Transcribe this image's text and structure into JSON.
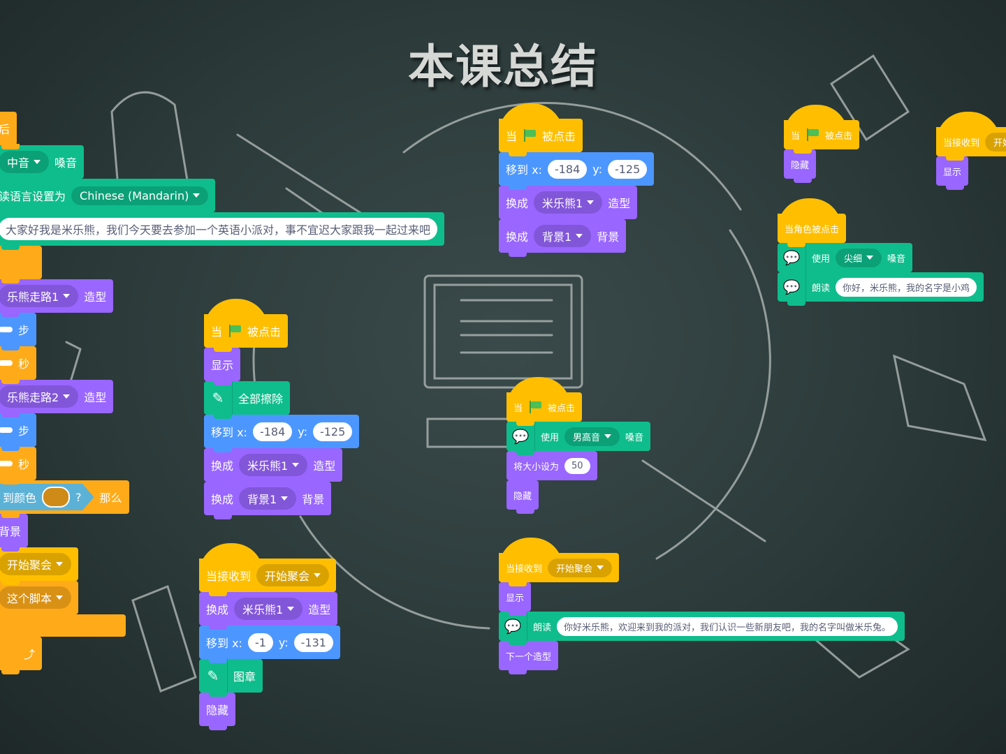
{
  "title": "本课总结",
  "colors": {
    "events": "#FFBF00",
    "control": "#FFAB19",
    "motion": "#4C97FF",
    "looks": "#9966FF",
    "text2speech_pen": "#0FBD8C",
    "sensing": "#5CB1D6",
    "swatch": "#CF8B17"
  },
  "scripts": [
    {
      "name": "left-script",
      "blocks": [
        {
          "cat": "control",
          "parts": [
            {
              "t": "text",
              "v": "后"
            }
          ]
        },
        {
          "cat": "green",
          "parts": [
            {
              "t": "dd",
              "v": "中音"
            },
            {
              "t": "text",
              "v": "嗓音"
            }
          ]
        },
        {
          "cat": "green",
          "parts": [
            {
              "t": "text",
              "v": "读语言设置为"
            },
            {
              "t": "dd",
              "v": "Chinese (Mandarin)"
            }
          ]
        },
        {
          "cat": "green",
          "parts": [
            {
              "t": "in",
              "v": "大家好我是米乐熊，我们今天要去参加一个英语小派对，事不宜迟大家跟我一起过来吧"
            }
          ]
        },
        {
          "cat": "control",
          "parts": [
            {
              "t": "text",
              "v": " "
            }
          ]
        },
        {
          "cat": "looks",
          "parts": [
            {
              "t": "dd",
              "v": "乐熊走路1"
            },
            {
              "t": "text",
              "v": "造型"
            }
          ]
        },
        {
          "cat": "motion",
          "parts": [
            {
              "t": "in",
              "v": " "
            },
            {
              "t": "text",
              "v": "步"
            }
          ]
        },
        {
          "cat": "control",
          "parts": [
            {
              "t": "in",
              "v": " "
            },
            {
              "t": "text",
              "v": "秒"
            }
          ]
        },
        {
          "cat": "looks",
          "parts": [
            {
              "t": "dd",
              "v": "乐熊走路2"
            },
            {
              "t": "text",
              "v": "造型"
            }
          ]
        },
        {
          "cat": "motion",
          "parts": [
            {
              "t": "in",
              "v": " "
            },
            {
              "t": "text",
              "v": "步"
            }
          ]
        },
        {
          "cat": "control",
          "parts": [
            {
              "t": "in",
              "v": " "
            },
            {
              "t": "text",
              "v": "秒"
            }
          ]
        },
        {
          "cat": "control",
          "parts": [
            {
              "t": "sense",
              "v": "到颜色",
              "q": "?"
            },
            {
              "t": "text",
              "v": "那么"
            }
          ]
        },
        {
          "cat": "looks",
          "parts": [
            {
              "t": "text",
              "v": "背景"
            }
          ]
        },
        {
          "cat": "events",
          "parts": [
            {
              "t": "dd",
              "v": "开始聚会"
            }
          ]
        },
        {
          "cat": "control",
          "parts": [
            {
              "t": "dd",
              "v": "这个脚本"
            }
          ]
        },
        {
          "cat": "control",
          "parts": [
            {
              "t": "text",
              "v": " "
            }
          ]
        },
        {
          "cat": "control",
          "parts": [
            {
              "t": "text",
              "v": "⤴"
            }
          ]
        }
      ]
    },
    {
      "name": "flag-script-pen",
      "blocks": [
        {
          "cat": "events",
          "hat": true,
          "parts": [
            {
              "t": "text",
              "v": "当"
            },
            {
              "t": "flag"
            },
            {
              "t": "text",
              "v": "被点击"
            }
          ]
        },
        {
          "cat": "looks",
          "parts": [
            {
              "t": "text",
              "v": "显示"
            }
          ]
        },
        {
          "cat": "green",
          "parts": [
            {
              "t": "ext",
              "v": "✎"
            },
            {
              "t": "text",
              "v": "全部擦除"
            }
          ]
        },
        {
          "cat": "motion",
          "parts": [
            {
              "t": "text",
              "v": "移到 x:"
            },
            {
              "t": "in",
              "v": "-184"
            },
            {
              "t": "text",
              "v": "y:"
            },
            {
              "t": "in",
              "v": "-125"
            }
          ]
        },
        {
          "cat": "looks",
          "parts": [
            {
              "t": "text",
              "v": "换成"
            },
            {
              "t": "dd",
              "v": "米乐熊1"
            },
            {
              "t": "text",
              "v": "造型"
            }
          ]
        },
        {
          "cat": "looks",
          "parts": [
            {
              "t": "text",
              "v": "换成"
            },
            {
              "t": "dd",
              "v": "背景1"
            },
            {
              "t": "text",
              "v": "背景"
            }
          ]
        }
      ]
    },
    {
      "name": "flag-script-top",
      "blocks": [
        {
          "cat": "events",
          "hat": true,
          "parts": [
            {
              "t": "text",
              "v": "当"
            },
            {
              "t": "flag"
            },
            {
              "t": "text",
              "v": "被点击"
            }
          ]
        },
        {
          "cat": "motion",
          "parts": [
            {
              "t": "text",
              "v": "移到 x:"
            },
            {
              "t": "in",
              "v": "-184"
            },
            {
              "t": "text",
              "v": "y:"
            },
            {
              "t": "in",
              "v": "-125"
            }
          ]
        },
        {
          "cat": "looks",
          "parts": [
            {
              "t": "text",
              "v": "换成"
            },
            {
              "t": "dd",
              "v": "米乐熊1"
            },
            {
              "t": "text",
              "v": "造型"
            }
          ]
        },
        {
          "cat": "looks",
          "parts": [
            {
              "t": "text",
              "v": "换成"
            },
            {
              "t": "dd",
              "v": "背景1"
            },
            {
              "t": "text",
              "v": "背景"
            }
          ]
        }
      ]
    },
    {
      "name": "receive-script-stamp",
      "blocks": [
        {
          "cat": "events",
          "hat": true,
          "parts": [
            {
              "t": "text",
              "v": "当接收到"
            },
            {
              "t": "dd",
              "v": "开始聚会"
            }
          ]
        },
        {
          "cat": "looks",
          "parts": [
            {
              "t": "text",
              "v": "换成"
            },
            {
              "t": "dd",
              "v": "米乐熊1"
            },
            {
              "t": "text",
              "v": "造型"
            }
          ]
        },
        {
          "cat": "motion",
          "parts": [
            {
              "t": "text",
              "v": "移到 x:"
            },
            {
              "t": "in",
              "v": "-1"
            },
            {
              "t": "text",
              "v": "y:"
            },
            {
              "t": "in",
              "v": "-131"
            }
          ]
        },
        {
          "cat": "green",
          "parts": [
            {
              "t": "ext",
              "v": "✎"
            },
            {
              "t": "text",
              "v": "图章"
            }
          ]
        },
        {
          "cat": "looks",
          "parts": [
            {
              "t": "text",
              "v": "隐藏"
            }
          ]
        }
      ]
    },
    {
      "name": "flag-script-voice",
      "blocks": [
        {
          "cat": "events",
          "hat": true,
          "parts": [
            {
              "t": "text",
              "v": "当"
            },
            {
              "t": "flag"
            },
            {
              "t": "text",
              "v": "被点击"
            }
          ]
        },
        {
          "cat": "green",
          "parts": [
            {
              "t": "ext",
              "v": "💬"
            },
            {
              "t": "text",
              "v": "使用"
            },
            {
              "t": "dd",
              "v": "男高音"
            },
            {
              "t": "text",
              "v": "嗓音"
            }
          ]
        },
        {
          "cat": "looks",
          "parts": [
            {
              "t": "text",
              "v": "将大小设为"
            },
            {
              "t": "in",
              "v": "50"
            }
          ]
        },
        {
          "cat": "looks",
          "parts": [
            {
              "t": "text",
              "v": "隐藏"
            }
          ]
        }
      ]
    },
    {
      "name": "receive-script-speak",
      "blocks": [
        {
          "cat": "events",
          "hat": true,
          "parts": [
            {
              "t": "text",
              "v": "当接收到"
            },
            {
              "t": "dd",
              "v": "开始聚会"
            }
          ]
        },
        {
          "cat": "looks",
          "parts": [
            {
              "t": "text",
              "v": "显示"
            }
          ]
        },
        {
          "cat": "green",
          "parts": [
            {
              "t": "ext",
              "v": "💬"
            },
            {
              "t": "text",
              "v": "朗读"
            },
            {
              "t": "in",
              "v": "你好米乐熊，欢迎来到我的派对，我们认识一些新朋友吧，我的名字叫做米乐兔。"
            }
          ]
        },
        {
          "cat": "looks",
          "parts": [
            {
              "t": "text",
              "v": "下一个造型"
            }
          ]
        }
      ]
    },
    {
      "name": "flag-script-hide",
      "blocks": [
        {
          "cat": "events",
          "hat": true,
          "parts": [
            {
              "t": "text",
              "v": "当"
            },
            {
              "t": "flag"
            },
            {
              "t": "text",
              "v": "被点击"
            }
          ]
        },
        {
          "cat": "looks",
          "parts": [
            {
              "t": "text",
              "v": "隐藏"
            }
          ]
        }
      ]
    },
    {
      "name": "receive-script-show",
      "blocks": [
        {
          "cat": "events",
          "hat": true,
          "parts": [
            {
              "t": "text",
              "v": "当接收到"
            },
            {
              "t": "dd",
              "v": "开始"
            }
          ]
        },
        {
          "cat": "looks",
          "parts": [
            {
              "t": "text",
              "v": "显示"
            }
          ]
        }
      ]
    },
    {
      "name": "sprite-click-script",
      "blocks": [
        {
          "cat": "events",
          "hat": true,
          "parts": [
            {
              "t": "text",
              "v": "当角色被点击"
            }
          ]
        },
        {
          "cat": "green",
          "parts": [
            {
              "t": "ext",
              "v": "💬"
            },
            {
              "t": "text",
              "v": "使用"
            },
            {
              "t": "dd",
              "v": "尖细"
            },
            {
              "t": "text",
              "v": "嗓音"
            }
          ]
        },
        {
          "cat": "green",
          "parts": [
            {
              "t": "ext",
              "v": "💬"
            },
            {
              "t": "text",
              "v": "朗读"
            },
            {
              "t": "in",
              "v": "你好，米乐熊，我的名字是小鸡"
            }
          ]
        }
      ]
    }
  ]
}
